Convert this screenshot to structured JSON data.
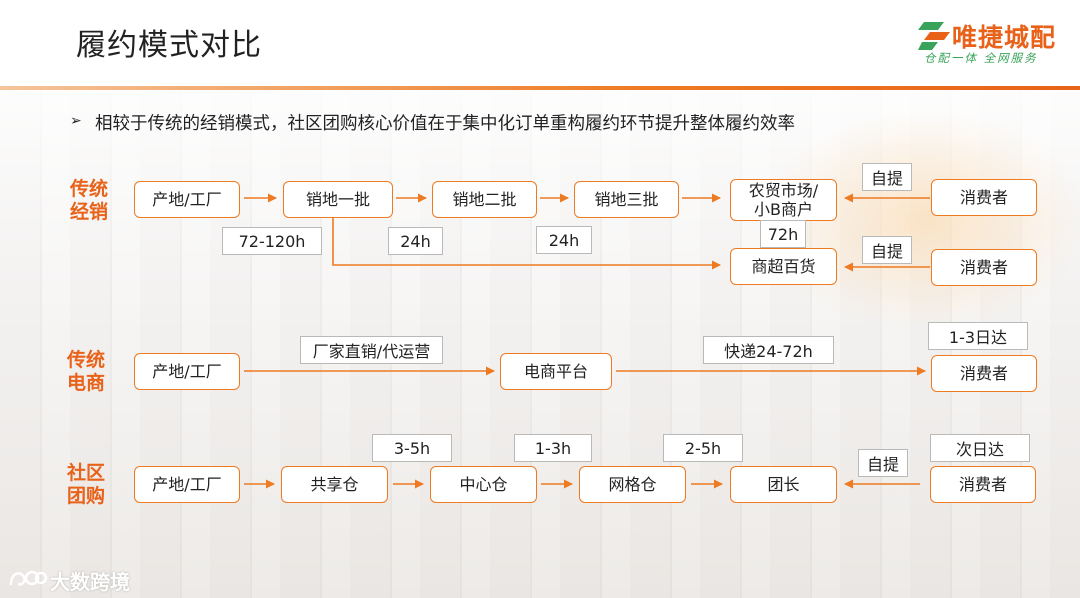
{
  "header": {
    "title": "履约模式对比",
    "logo_name": "唯捷城配",
    "logo_slogan": "仓配一体 全网服务",
    "colors": {
      "accent": "#ee7a22",
      "brand_green": "#3aa35a"
    }
  },
  "bullet": "相较于传统的经销模式，社区团购核心价值在于集中化订单重构履约环节提升整体履约效率",
  "rows": {
    "traditional_distribution": {
      "label": "传统\n经销",
      "nodes": [
        "产地/工厂",
        "销地一批",
        "销地二批",
        "销地三批",
        "农贸市场/\n小B商户",
        "商超百货",
        "消费者",
        "消费者"
      ],
      "tags": [
        "72-120h",
        "24h",
        "24h",
        "72h",
        "自提",
        "自提"
      ]
    },
    "traditional_ecommerce": {
      "label": "传统\n电商",
      "nodes": [
        "产地/工厂",
        "电商平台",
        "消费者"
      ],
      "tags": [
        "厂家直销/代运营",
        "快递24-72h",
        "1-3日达"
      ]
    },
    "community_group_buying": {
      "label": "社区\n团购",
      "nodes": [
        "产地/工厂",
        "共享仓",
        "中心仓",
        "网格仓",
        "团长",
        "消费者"
      ],
      "tags": [
        "3-5h",
        "1-3h",
        "2-5h",
        "次日达",
        "自提"
      ]
    }
  },
  "watermark": "大数跨境"
}
